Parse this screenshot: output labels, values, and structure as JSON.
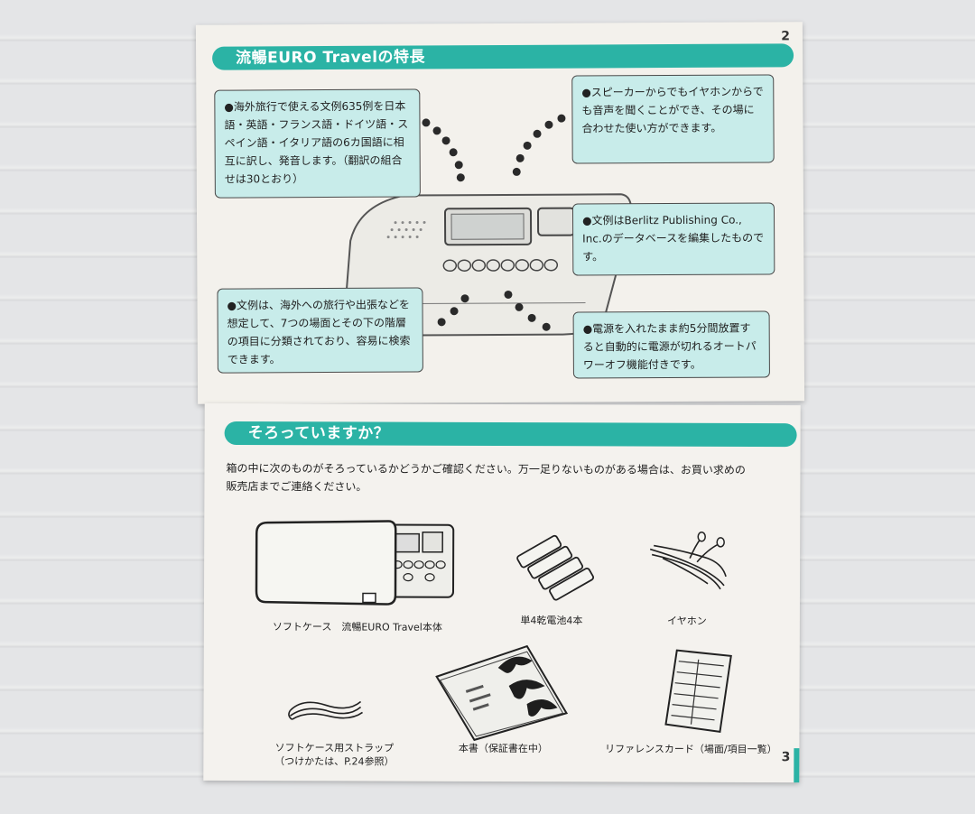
{
  "top_page": {
    "page_number": "2",
    "heading": "流暢EURO Travelの特長",
    "notes": {
      "top_left": "●海外旅行で使える文例635例を日本語・英語・フランス語・ドイツ語・スペイン語・イタリア語の6カ国語に相互に訳し、発音します。（翻訳の組合せは30とおり）",
      "top_right": "●スピーカーからでもイヤホンからでも音声を聞くことができ、その場に合わせた使い方ができます。",
      "mid_right": "●文例はBerlitz Publishing Co., Inc.のデータベースを編集したものです。",
      "bottom_left": "●文例は、海外への旅行や出張などを想定して、7つの場面とその下の階層の項目に分類されており、容易に検索できます。",
      "bottom_right": "●電源を入れたまま約5分間放置すると自動的に電源が切れるオートパワーオフ機能付きです。"
    }
  },
  "bottom_page": {
    "page_number": "3",
    "heading": "そろっていますか？",
    "intro_line1": "箱の中に次のものがそろっているかどうかご確認ください。万一足りないものがある場合は、お買い求めの",
    "intro_line2": "販売店までご連絡ください。",
    "items": {
      "case_device": "ソフトケース　流暢EURO Travel本体",
      "batteries": "単4乾電池4本",
      "earphones": "イヤホン",
      "strap_line1": "ソフトケース用ストラップ",
      "strap_line2": "（つけかたは、P.24参照）",
      "manual": "本書（保証書在中）",
      "card": "リファレンスカード（場面/項目一覧）"
    }
  },
  "colors": {
    "accent": "#2bb3a5",
    "note_fill": "#c8ecea",
    "paper": "#f3f1ec"
  }
}
